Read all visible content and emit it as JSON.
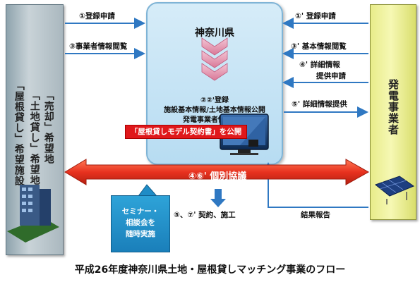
{
  "left_applicant": {
    "line1": "「売却」希望地",
    "line2": "「土地貸し」希望地",
    "line3": "「屋根貸し」希望施設"
  },
  "right_operator": {
    "label": "発電事業者"
  },
  "prefecture": {
    "title": "神奈川県",
    "register": "②②'登録",
    "publish1": "施設基本情報/土地基本情報公開",
    "publish2": "発電事業者情報公開"
  },
  "arrows": {
    "left_apply": "①登録申請",
    "left_browse": "③事業者情報閲覧",
    "right_apply": "①' 登録申請",
    "right_browse": "③' 基本情報閲覧",
    "right_detail_line1": "④' 詳細情報",
    "right_detail_line2": "提供申請",
    "right_provide": "⑤' 詳細情報提供",
    "negotiation": "④⑥' 個別協議",
    "contract": "⑤、⑦' 契約、施工",
    "result": "結果報告"
  },
  "model_contract": "「屋根貸しモデル契約書」を公開",
  "seminar": {
    "line1": "セミナー・",
    "line2": "相談会を",
    "line3": "随時実施"
  },
  "caption": "平成26年度神奈川県土地・屋根貸しマッチング事業のフロー",
  "colors": {
    "arrow_blue": "#2f78c2",
    "negotiation_red": "#e8321f",
    "chevron_pink": "#e7a1b9"
  }
}
